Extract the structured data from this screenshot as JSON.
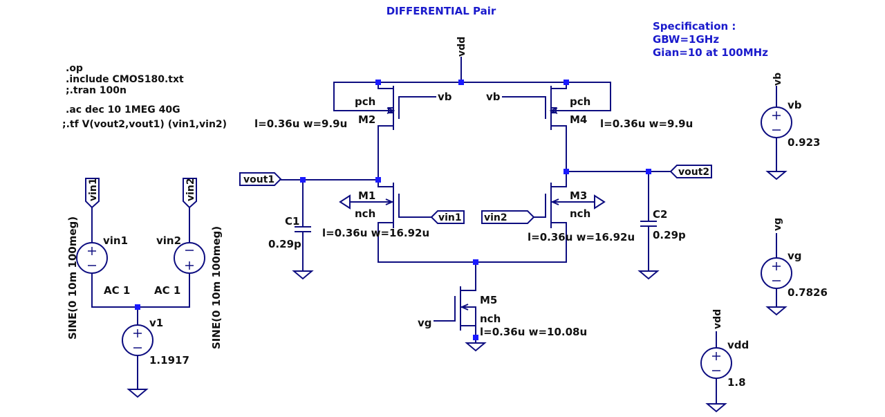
{
  "title": "DIFFERENTIAL Pair",
  "specification": {
    "heading": "Specification :",
    "lines": [
      "GBW=1GHz",
      "Gian=10 at 100MHz"
    ]
  },
  "directives": [
    ".op",
    ".include CMOS180.txt",
    ";.tran 100n",
    ".ac dec 10 1MEG 40G",
    ";.tf V(vout2,vout1) (vin1,vin2)"
  ],
  "transistors": {
    "M1": {
      "name": "M1",
      "model": "nch",
      "size": "l=0.36u w=16.92u",
      "gate": "vin1"
    },
    "M2": {
      "name": "M2",
      "model": "pch",
      "size": "l=0.36u w=9.9u",
      "gate": "vb"
    },
    "M3": {
      "name": "M3",
      "model": "nch",
      "size": "l=0.36u w=16.92u",
      "gate": "vin2"
    },
    "M4": {
      "name": "M4",
      "model": "pch",
      "size": "l=0.36u w=9.9u",
      "gate": "vb"
    },
    "M5": {
      "name": "M5",
      "model": "nch",
      "size": "l=0.36u w=10.08u",
      "gate": "vg"
    }
  },
  "capacitors": {
    "C1": {
      "name": "C1",
      "value": "0.29p"
    },
    "C2": {
      "name": "C2",
      "value": "0.29p"
    }
  },
  "sources": {
    "vin1": {
      "name": "vin1",
      "ac": "AC 1",
      "func": "SINE(0 10m 100meg)"
    },
    "vin2": {
      "name": "vin2",
      "ac": "AC 1",
      "func": "SINE(0 10m 100meg)"
    },
    "v1": {
      "name": "v1",
      "value": "1.1917"
    },
    "vb": {
      "name": "vb",
      "value": "0.923"
    },
    "vg": {
      "name": "vg",
      "value": "0.7826"
    },
    "vdd": {
      "name": "vdd",
      "value": "1.8"
    }
  },
  "net_labels": {
    "vdd": "vdd",
    "vb": "vb",
    "vg": "vg",
    "vout1": "vout1",
    "vout2": "vout2",
    "vin1": "vin1",
    "vin2": "vin2"
  },
  "colors": {
    "wire": "#0d0d80",
    "junction": "#1a1aff",
    "title_text": "#1a1acc",
    "label_text": "#111111"
  }
}
